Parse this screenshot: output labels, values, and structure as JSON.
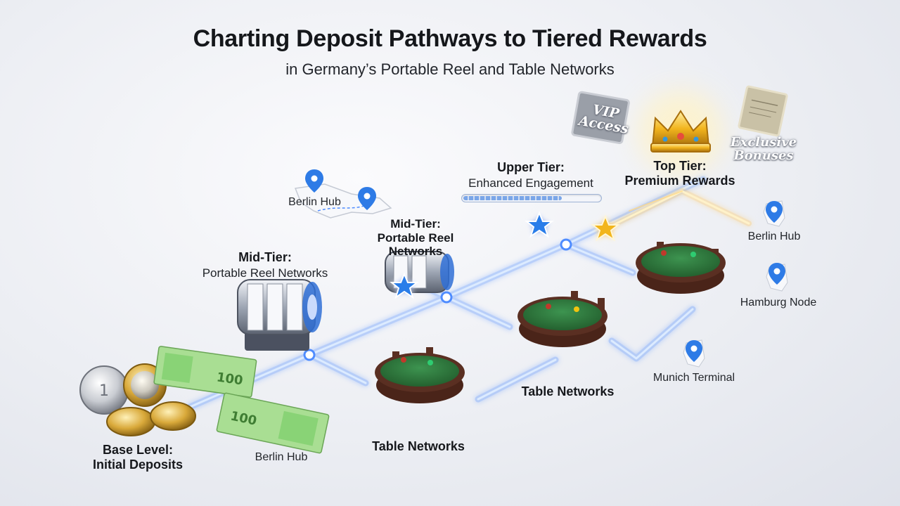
{
  "header": {
    "title": "Charting Deposit Pathways to Tiered Rewards",
    "subtitle": "in Germany’s Portable Reel and Table Networks"
  },
  "labels": {
    "base_level": "Base Level:",
    "initial_deposits": "Initial Deposits",
    "berlin_hub_bottom": "Berlin Hub",
    "table_networks_lower": "Table Networks",
    "table_networks_middle": "Table Networks",
    "mid_tier_left_title": "Mid-Tier:",
    "mid_tier_left_sub": "Portable Reel Networks",
    "berlin_hub_map": "Berlin Hub",
    "mid_tier_center_title": "Mid-Tier:",
    "mid_tier_center_sub_line1": "Portable Reel",
    "mid_tier_center_sub_line2": "Networks",
    "upper_tier_title": "Upper Tier:",
    "upper_tier_sub": "Enhanced Engagement",
    "top_tier_title": "Top Tier:",
    "top_tier_sub": "Premium Rewards",
    "vip_line1": "VIP",
    "vip_line2": "Access",
    "exclusive_line1": "Exclusive",
    "exclusive_line2": "Bonuses",
    "berlin_hub_right": "Berlin Hub",
    "hamburg_node": "Hamburg Node",
    "munich_terminal": "Munich Terminal"
  },
  "progress": {
    "engagement_fraction": 0.72
  },
  "colors": {
    "path_glow": "#4f8cff",
    "path_core": "#dcebff",
    "gold_path": "#ffc65a",
    "table_felt": "#2f7a3e",
    "table_rim": "#5a2f22",
    "pin_blue": "#2e7be6",
    "star_blue": "#2a7de9",
    "star_gold": "#f2b51e",
    "euro_note": "#7ccf6a",
    "coin_gold": "#d9a93a",
    "coin_silver": "#c9ccd2"
  },
  "icons": [
    "euro-coin-icon",
    "euro-banknote-icon",
    "slot-reel-icon",
    "casino-table-icon",
    "map-pin-icon",
    "star-icon",
    "crown-icon",
    "vip-card-icon",
    "certificate-icon"
  ]
}
